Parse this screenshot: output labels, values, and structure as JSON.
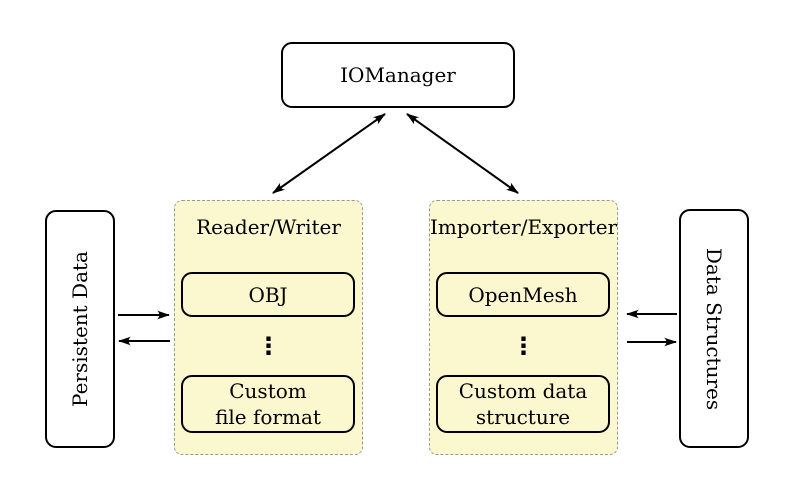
{
  "diagram": {
    "colors": {
      "background": "#ffffff",
      "panel_fill": "#fbf7ce",
      "panel_border": "#999999",
      "node_fill": "#ffffff",
      "node_border": "#000000",
      "text": "#000000",
      "arrow": "#000000"
    },
    "nodes": {
      "iomanager": {
        "label": "IOManager"
      },
      "persistent_data": {
        "label": "Persistent Data"
      },
      "data_structures": {
        "label": "Data Structures"
      }
    },
    "panels": {
      "reader_writer": {
        "title": "Reader/Writer",
        "top_item": "OBJ",
        "ellipsis": "⋮",
        "bottom_item_line1": "Custom",
        "bottom_item_line2": "file format"
      },
      "importer_exporter": {
        "title": "Importer/Exporter",
        "top_item": "OpenMesh",
        "ellipsis": "⋮",
        "bottom_item_line1": "Custom data",
        "bottom_item_line2": "structure"
      }
    },
    "connections": [
      {
        "from": "iomanager",
        "to": "reader_writer",
        "bidirectional": true
      },
      {
        "from": "iomanager",
        "to": "importer_exporter",
        "bidirectional": true
      },
      {
        "from": "persistent_data",
        "to": "reader_writer",
        "bidirectional": false
      },
      {
        "from": "reader_writer",
        "to": "persistent_data",
        "bidirectional": false
      },
      {
        "from": "data_structures",
        "to": "importer_exporter",
        "bidirectional": false
      },
      {
        "from": "importer_exporter",
        "to": "data_structures",
        "bidirectional": false
      }
    ]
  }
}
